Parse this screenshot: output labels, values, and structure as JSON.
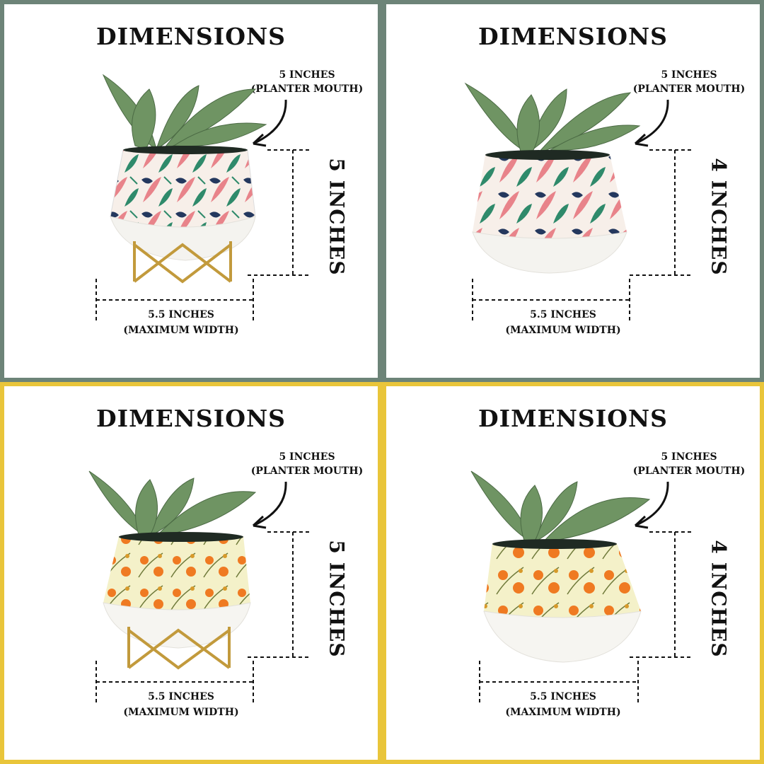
{
  "panels": [
    {
      "title": "DIMENSIONS",
      "mouth_value": "5 INCHES",
      "mouth_label": "(PLANTER MOUTH)",
      "height_label": "5 INCHES",
      "width_value": "5.5 INCHES",
      "width_label": "(MAXIMUM WIDTH)",
      "frame_color": "#6d8478",
      "pattern": "tropical leaves",
      "stand": true
    },
    {
      "title": "DIMENSIONS",
      "mouth_value": "5 INCHES",
      "mouth_label": "(PLANTER MOUTH)",
      "height_label": "4 INCHES",
      "width_value": "5.5 INCHES",
      "width_label": "(MAXIMUM WIDTH)",
      "frame_color": "#6d8478",
      "pattern": "tropical leaves",
      "stand": false
    },
    {
      "title": "DIMENSIONS",
      "mouth_value": "5 INCHES",
      "mouth_label": "(PLANTER MOUTH)",
      "height_label": "5 INCHES",
      "width_value": "5.5 INCHES",
      "width_label": "(MAXIMUM WIDTH)",
      "frame_color": "#e9c53a",
      "pattern": "orange flowers",
      "stand": true
    },
    {
      "title": "DIMENSIONS",
      "mouth_value": "5 INCHES",
      "mouth_label": "(PLANTER MOUTH)",
      "height_label": "4 INCHES",
      "width_value": "5.5 INCHES",
      "width_label": "(MAXIMUM WIDTH)",
      "frame_color": "#e9c53a",
      "pattern": "orange flowers",
      "stand": false
    }
  ]
}
